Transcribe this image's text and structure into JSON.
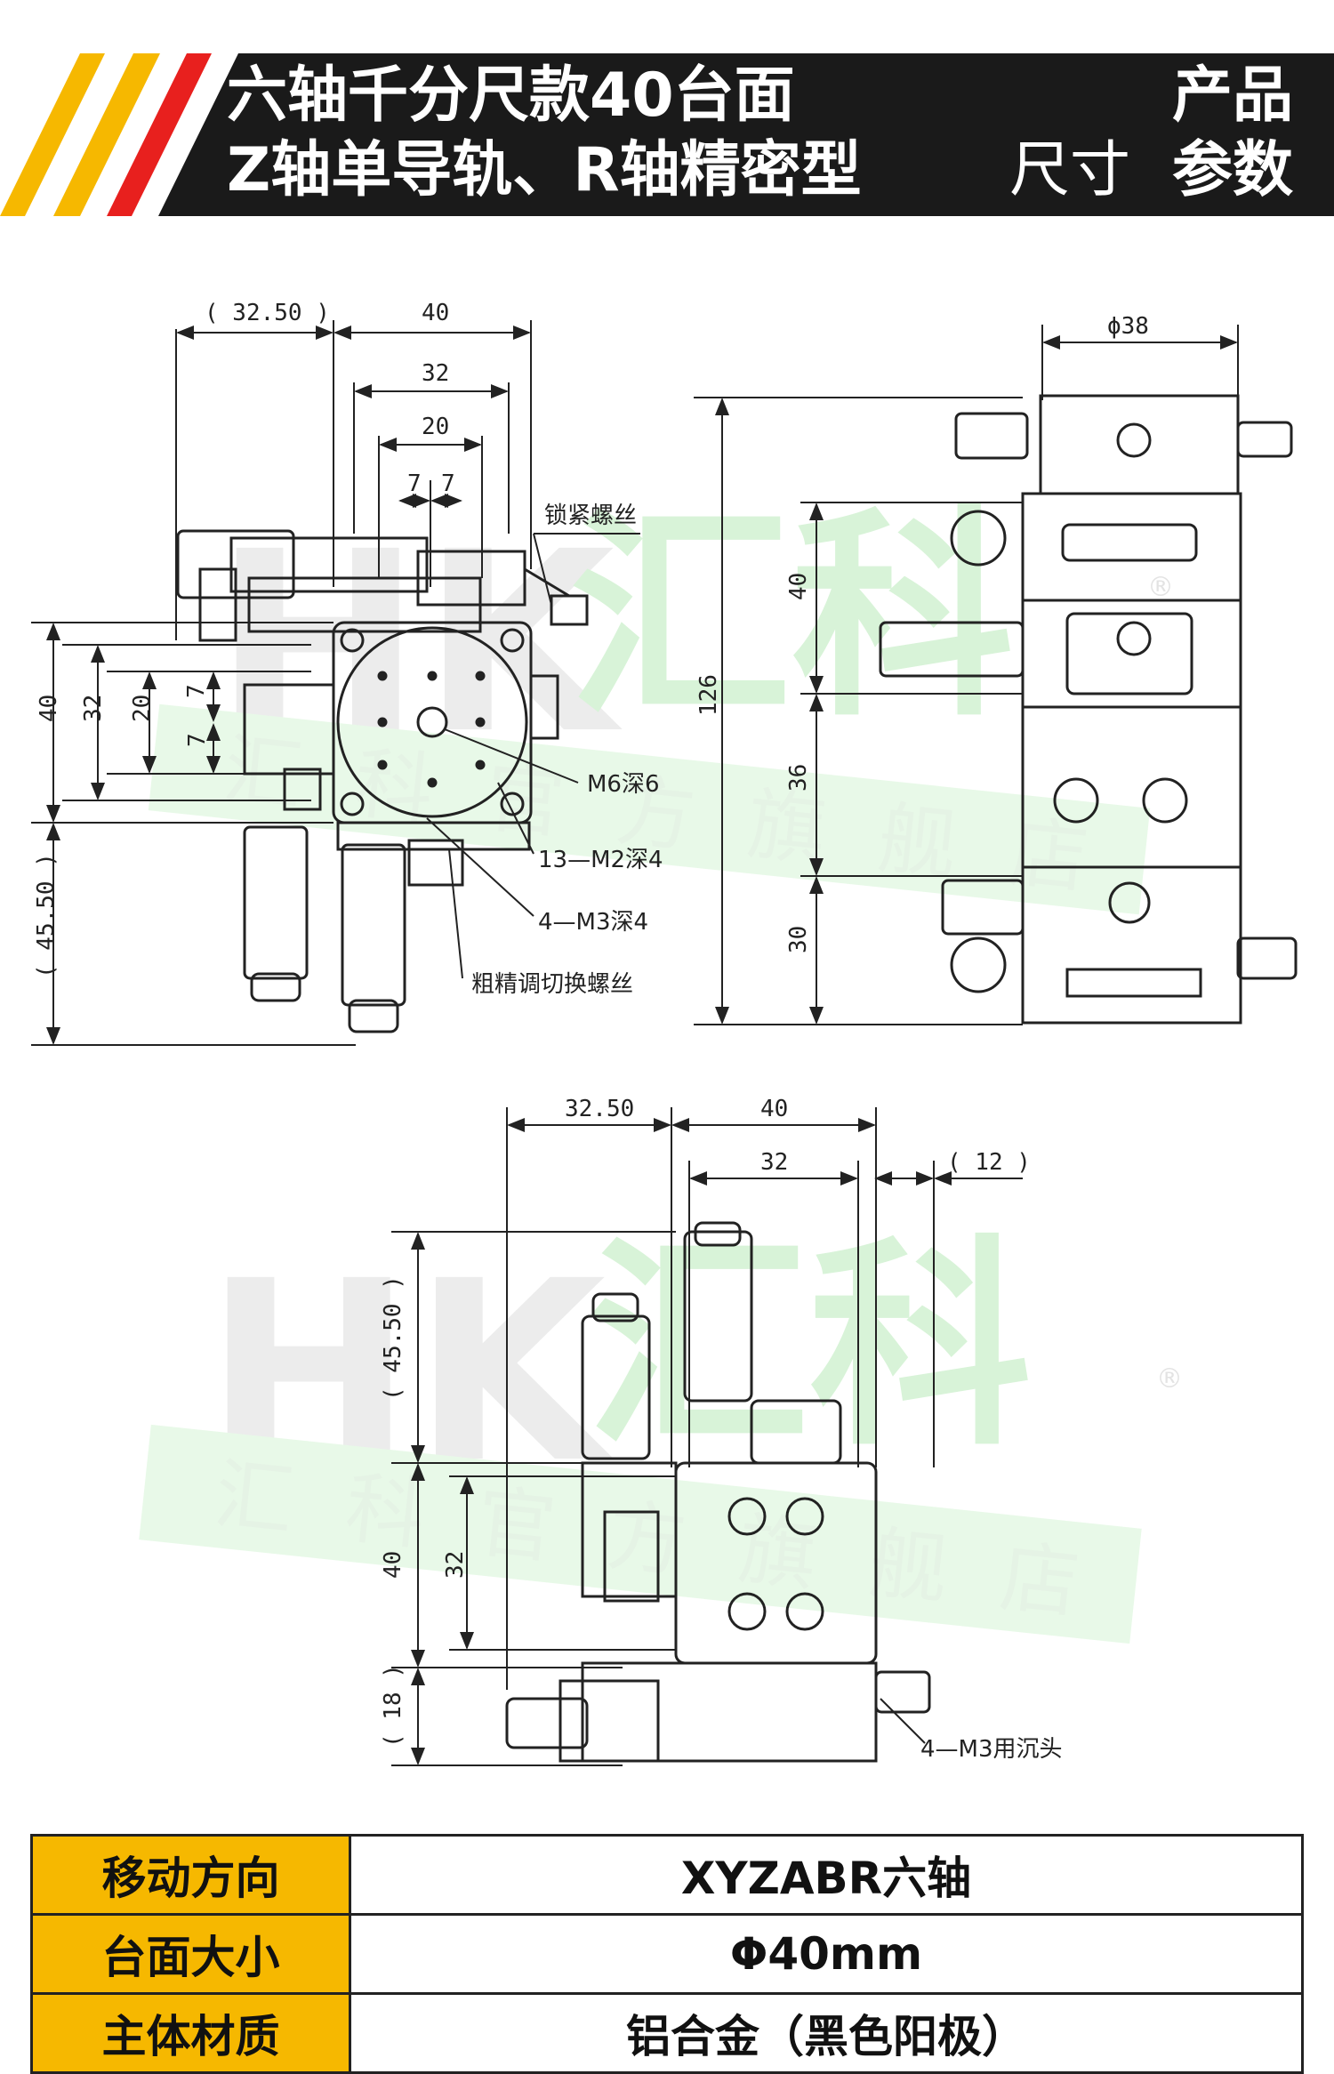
{
  "header": {
    "title_line1": "六轴千分尺款40台面",
    "title_line2": "Z轴单导轨、R轴精密型",
    "right_line1": "产品",
    "right_line2a": "尺寸",
    "right_line2b": "参数",
    "colors": {
      "band": "#1a1a1a",
      "stripe1": "#f6b800",
      "stripe2": "#e8201e"
    }
  },
  "watermark": {
    "logo": "HK",
    "brand": "汇科",
    "registered": "®",
    "slogan_top": "汇科官方旗舰店",
    "slogan_bottom": "汇科官方旗舰店"
  },
  "drawing_top_left": {
    "dims": {
      "d1": "( 32.50 )",
      "d2": "40",
      "d3": "32",
      "d4": "20",
      "d5": "7",
      "d6": "7",
      "v1": "40",
      "v2": "32",
      "v3": "20",
      "v4": "7",
      "v5": "7",
      "v6": "( 45.50 )"
    },
    "notes": {
      "lock": "锁紧螺丝",
      "m6": "M6深6",
      "m2": "13—M2深4",
      "m3": "4—M3深4",
      "switch": "粗精调切换螺丝"
    }
  },
  "drawing_top_right": {
    "dims": {
      "dia": "ϕ38",
      "total": "126",
      "h1": "40",
      "h2": "36",
      "h3": "30"
    }
  },
  "drawing_bottom": {
    "dims": {
      "d1": "32.50",
      "d2": "40",
      "d3": "32",
      "d4": "( 12 )",
      "v1": "( 45.50 )",
      "v2": "40",
      "v3": "32",
      "v4": "( 18 )"
    },
    "notes": {
      "m3": "4—M3用沉头"
    }
  },
  "spec_table": [
    {
      "key": "移动方向",
      "value": "XYZABR六轴"
    },
    {
      "key": "台面大小",
      "value": "Φ40mm"
    },
    {
      "key": "主体材质",
      "value": "铝合金（黑色阳极）"
    }
  ]
}
